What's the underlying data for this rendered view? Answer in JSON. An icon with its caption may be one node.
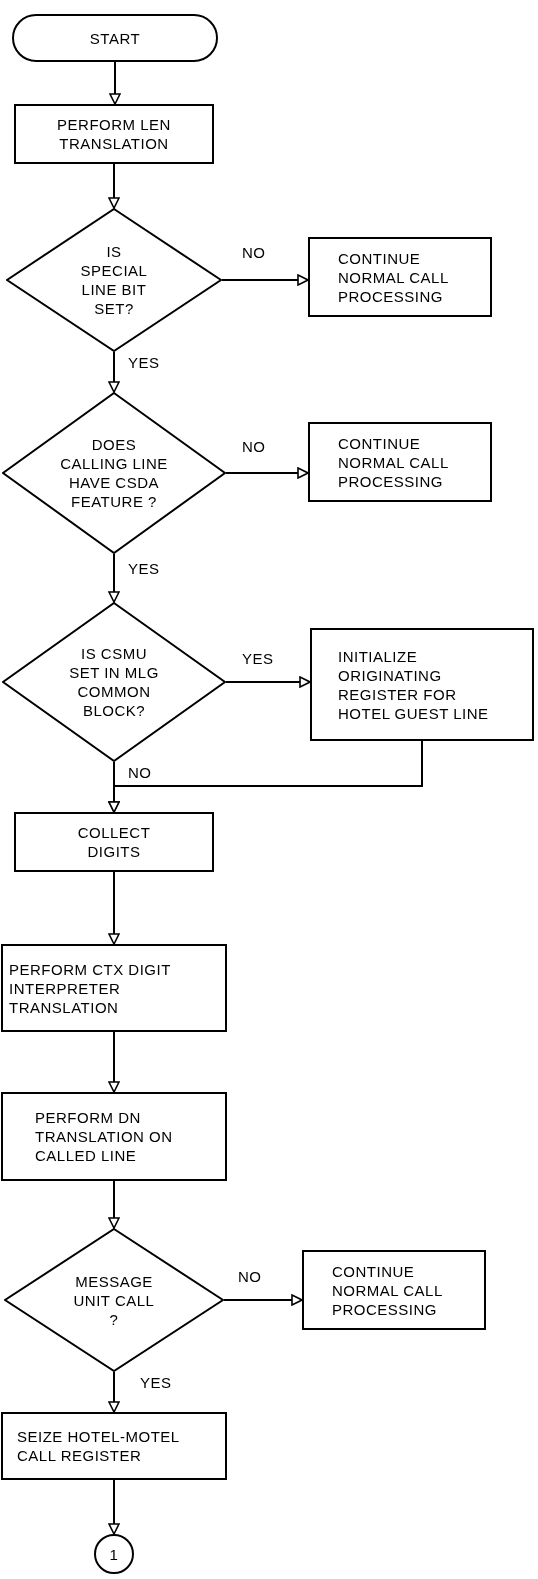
{
  "diagram": {
    "nodes": [
      {
        "text": [
          "START"
        ]
      },
      {
        "text": [
          "PERFORM LEN TRANSLATION"
        ]
      },
      {
        "text": [
          "IS SPECIAL LINE BIT SET?"
        ]
      },
      {
        "text": [
          "CONTINUE NORMAL CALL PROCESSING"
        ]
      },
      {
        "text": [
          "DOES CALLING LINE HAVE CSDA FEATURE ?"
        ]
      },
      {
        "text": [
          "CONTINUE NORMAL CALL PROCESSING"
        ]
      },
      {
        "text": [
          "IS CSMU SET IN MLG COMMON BLOCK?"
        ]
      },
      {
        "text": [
          "INITIALIZE ORIGINATING REGISTER FOR HOTEL GUEST LINE"
        ]
      },
      {
        "text": [
          "COLLECT DIGITS"
        ]
      },
      {
        "text": [
          "PERFORM CTX DIGIT INTERPRETER TRANSLATION"
        ]
      },
      {
        "text": [
          "PERFORM DN TRANSLATION ON CALLED LINE"
        ]
      },
      {
        "text": [
          "MESSAGE UNIT CALL ?"
        ]
      },
      {
        "text": [
          "CONTINUE NORMAL CALL PROCESSING"
        ]
      },
      {
        "text": [
          "SEIZE HOTEL-MOTEL CALL REGISTER"
        ]
      },
      {
        "text": [
          "1"
        ]
      }
    ],
    "edges": [
      {
        "from": 0,
        "to": 1,
        "arrow": "to"
      },
      {
        "from": 1,
        "to": 2,
        "arrow": "to"
      },
      {
        "from": 2,
        "to": 3,
        "arrow": "to",
        "label": "NO"
      },
      {
        "from": 2,
        "to": 4,
        "arrow": "to",
        "label": "YES"
      },
      {
        "from": 4,
        "to": 5,
        "arrow": "to",
        "label": "NO"
      },
      {
        "from": 4,
        "to": 6,
        "arrow": "to",
        "label": "YES"
      },
      {
        "from": 6,
        "to": 7,
        "arrow": "to",
        "label": "YES"
      },
      {
        "from": 6,
        "to": 8,
        "arrow": "to",
        "label": "NO"
      },
      {
        "from": 7,
        "to": 8,
        "arrow": "to"
      },
      {
        "from": 8,
        "to": 9,
        "arrow": "to"
      },
      {
        "from": 9,
        "to": 10,
        "arrow": "to"
      },
      {
        "from": 10,
        "to": 11,
        "arrow": "to"
      },
      {
        "from": 11,
        "to": 12,
        "arrow": "to",
        "label": "NO"
      },
      {
        "from": 11,
        "to": 13,
        "arrow": "to",
        "label": "YES"
      },
      {
        "from": 13,
        "to": 14,
        "arrow": "to"
      }
    ]
  }
}
